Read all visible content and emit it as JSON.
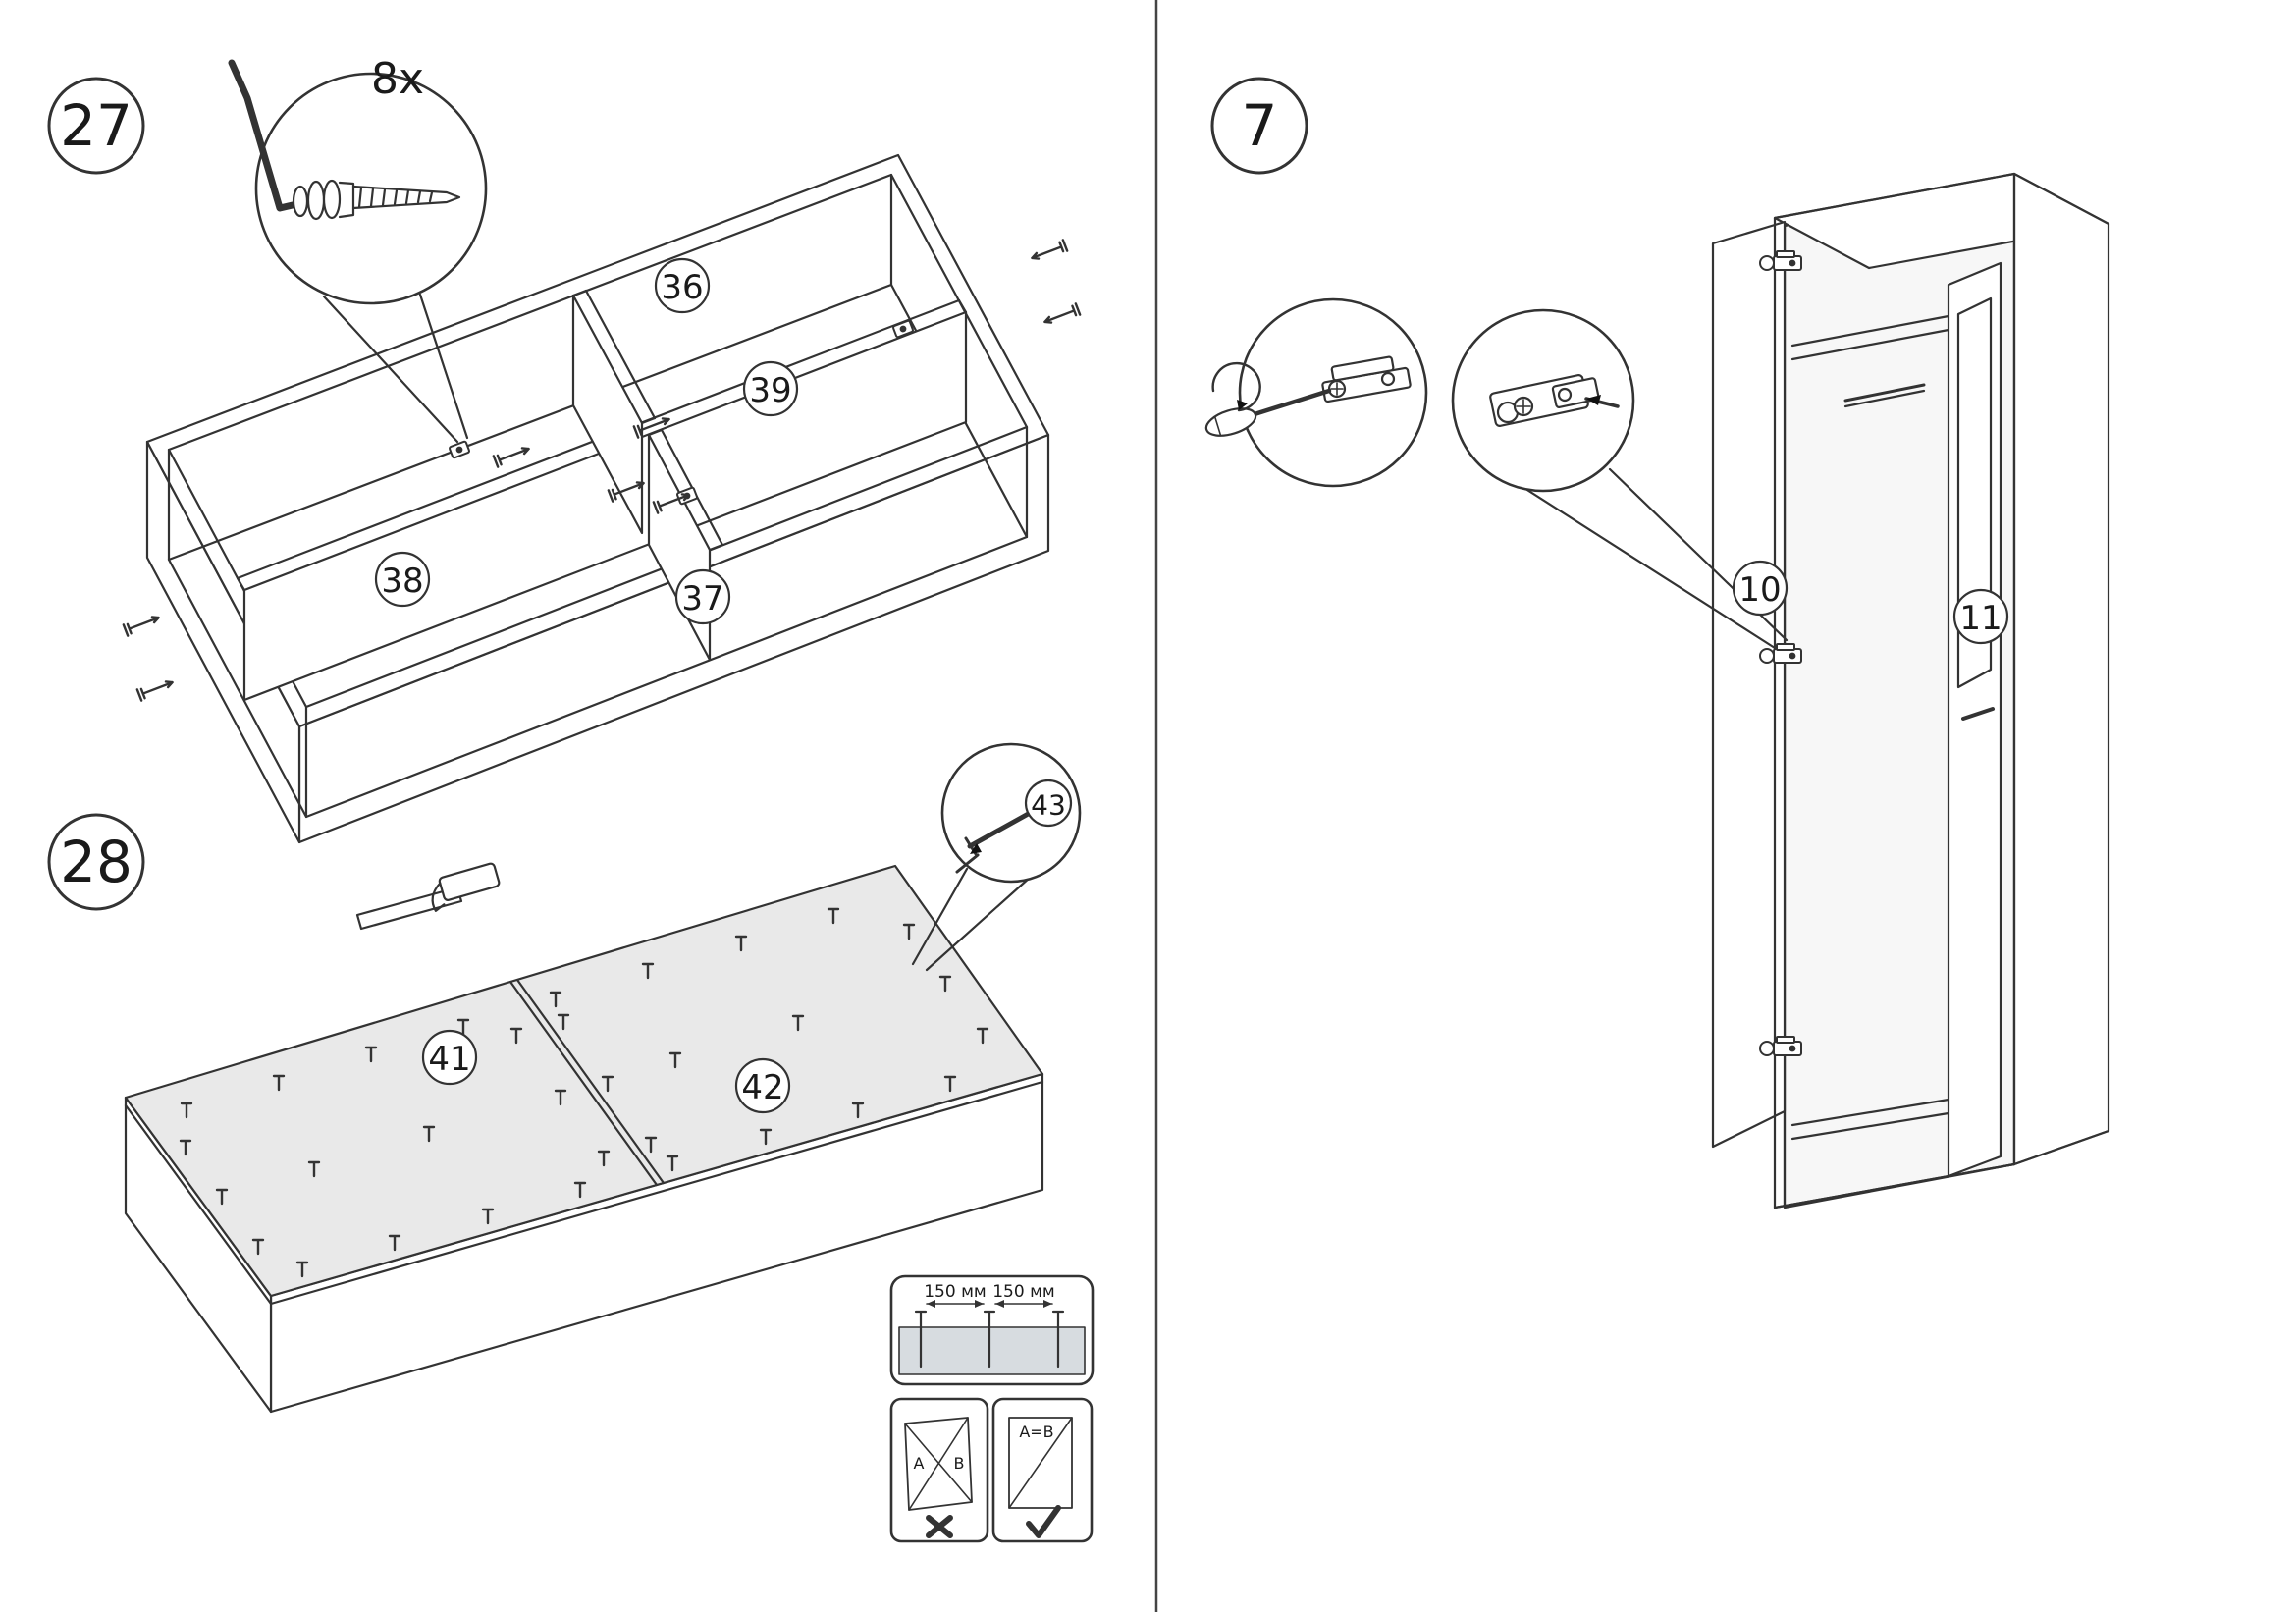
{
  "colors": {
    "line": "#333333",
    "panel_gray": "#e9e9e9",
    "band_gray": "#d7dce0",
    "background": "#ffffff"
  },
  "step27": {
    "number": "27",
    "hardware_count": "8x",
    "parts": {
      "p36": "36",
      "p39": "39",
      "p38": "38",
      "p37": "37"
    }
  },
  "step28": {
    "number": "28",
    "parts": {
      "p41": "41",
      "p42": "42",
      "p43": "43"
    },
    "spacing": {
      "left": "150 мм",
      "right": "150 мм"
    },
    "check": {
      "a": "A",
      "b": "B",
      "equal": "A=B"
    }
  },
  "step7": {
    "number": "7",
    "parts": {
      "p10": "10",
      "p11": "11"
    }
  }
}
